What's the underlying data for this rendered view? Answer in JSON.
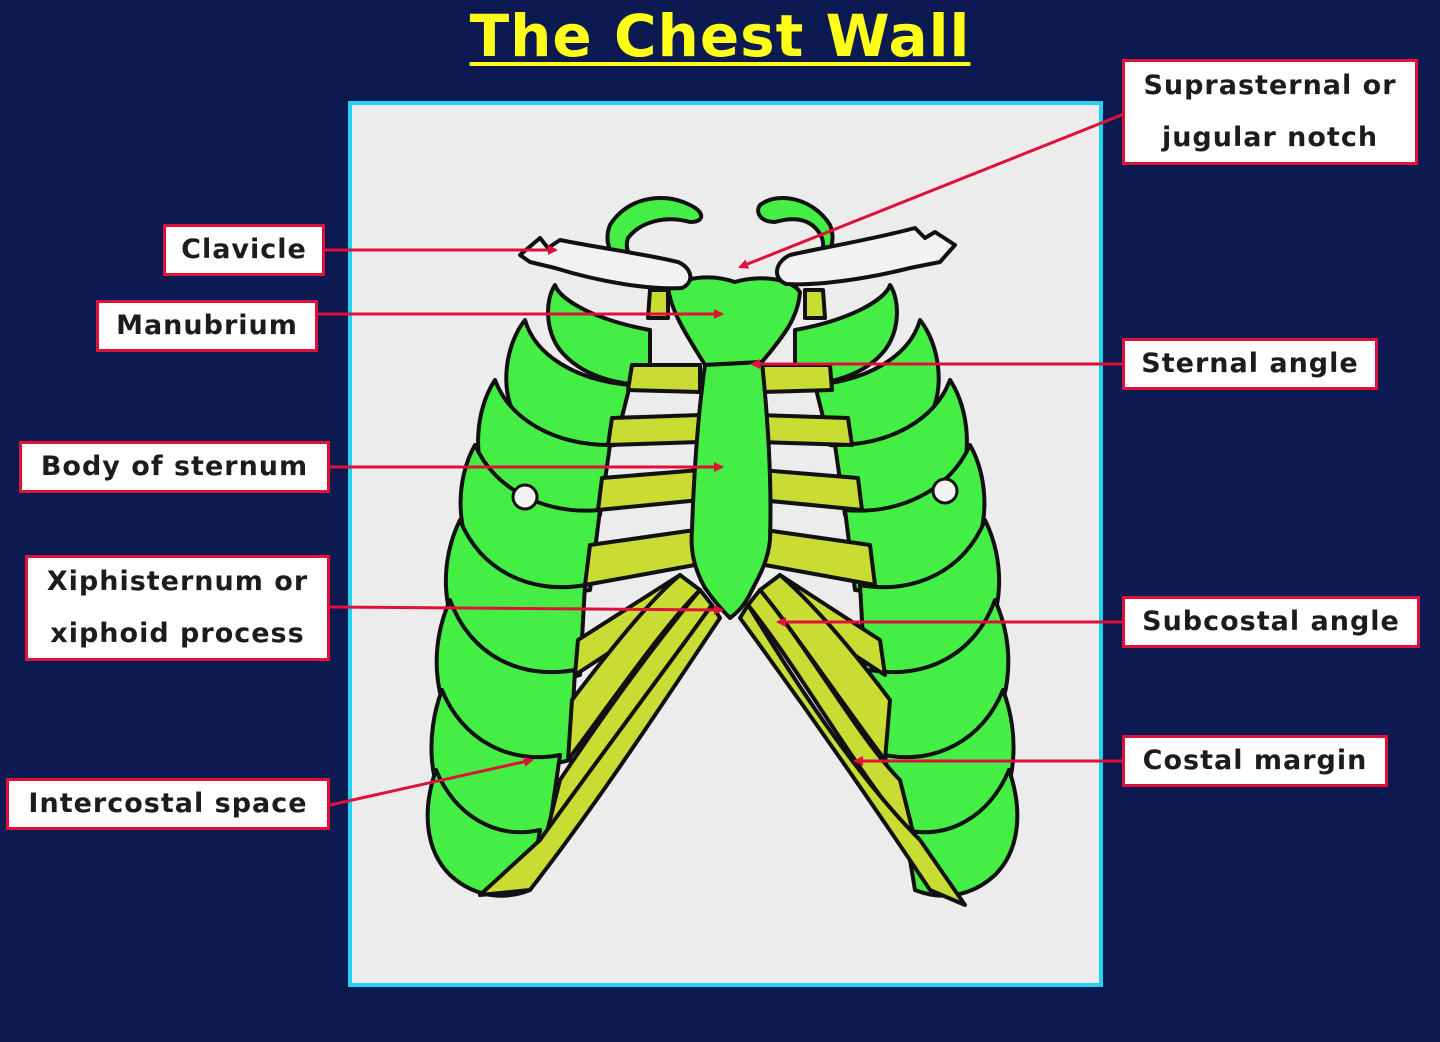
{
  "title": "The Chest Wall",
  "colors": {
    "background": "#0d1a52",
    "title": "#ffff1a",
    "panel": "#ececec",
    "panel_border": "#22d3ee",
    "rib": "#45ee45",
    "cartilage": "#c8dc34",
    "pointer": "#e0103a"
  },
  "labels": {
    "clavicle": "Clavicle",
    "manubrium": "Manubrium",
    "body_of_sternum": "Body of sternum",
    "xiphisternum_line1": "Xiphisternum or",
    "xiphisternum_line2": "xiphoid process",
    "intercostal_space": "Intercostal space",
    "suprasternal_line1": "Suprasternal or",
    "suprasternal_line2": "jugular notch",
    "sternal_angle": "Sternal angle",
    "subcostal_angle": "Subcostal angle",
    "costal_margin": "Costal margin"
  }
}
